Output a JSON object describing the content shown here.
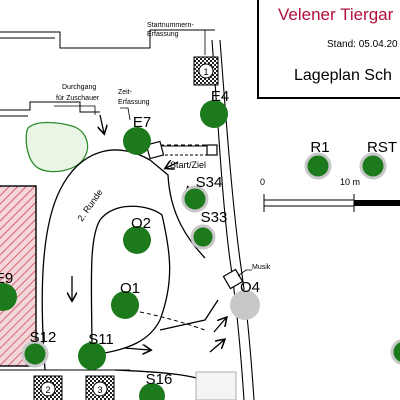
{
  "header": {
    "title": "Velener Tiergar",
    "stand": "Stand: 05.04.20",
    "lageplan": "Lageplan Sch"
  },
  "scale": {
    "start": "0",
    "end": "10 m"
  },
  "colors": {
    "green": "#1c7a1c",
    "gray": "#c8c8c8",
    "title_red": "#b0103a",
    "hatch": "#cc3344"
  },
  "labels": {
    "startnummern": [
      "Startnummern-",
      "Erfassung"
    ],
    "durchgang": [
      "Durchgang",
      "für Zuschauer"
    ],
    "zeit": [
      "Zeit-",
      "Erfassung"
    ],
    "start_ziel": "Start/Ziel",
    "runde": "2. Runde",
    "musik": "Musik"
  },
  "markers": [
    {
      "id": "E4",
      "label": "E4",
      "color": "green"
    },
    {
      "id": "E7",
      "label": "E7",
      "color": "green"
    },
    {
      "id": "R1",
      "label": "R1",
      "color": "green"
    },
    {
      "id": "RST",
      "label": "RST",
      "color": "green"
    },
    {
      "id": "S34",
      "label": "S34",
      "color": "green"
    },
    {
      "id": "S33",
      "label": "S33",
      "color": "green"
    },
    {
      "id": "O2",
      "label": "O2",
      "color": "green"
    },
    {
      "id": "O1",
      "label": "O1",
      "color": "green"
    },
    {
      "id": "O4",
      "label": "O4",
      "color": "gray"
    },
    {
      "id": "E9",
      "label": "E9",
      "color": "green"
    },
    {
      "id": "S12",
      "label": "S12",
      "color": "green"
    },
    {
      "id": "S11",
      "label": "S11",
      "color": "green"
    },
    {
      "id": "S16",
      "label": "S16",
      "color": "green"
    }
  ],
  "stations": [
    {
      "id": "station-1",
      "label": "1"
    },
    {
      "id": "station-2",
      "label": "2"
    },
    {
      "id": "station-3",
      "label": "3"
    }
  ]
}
